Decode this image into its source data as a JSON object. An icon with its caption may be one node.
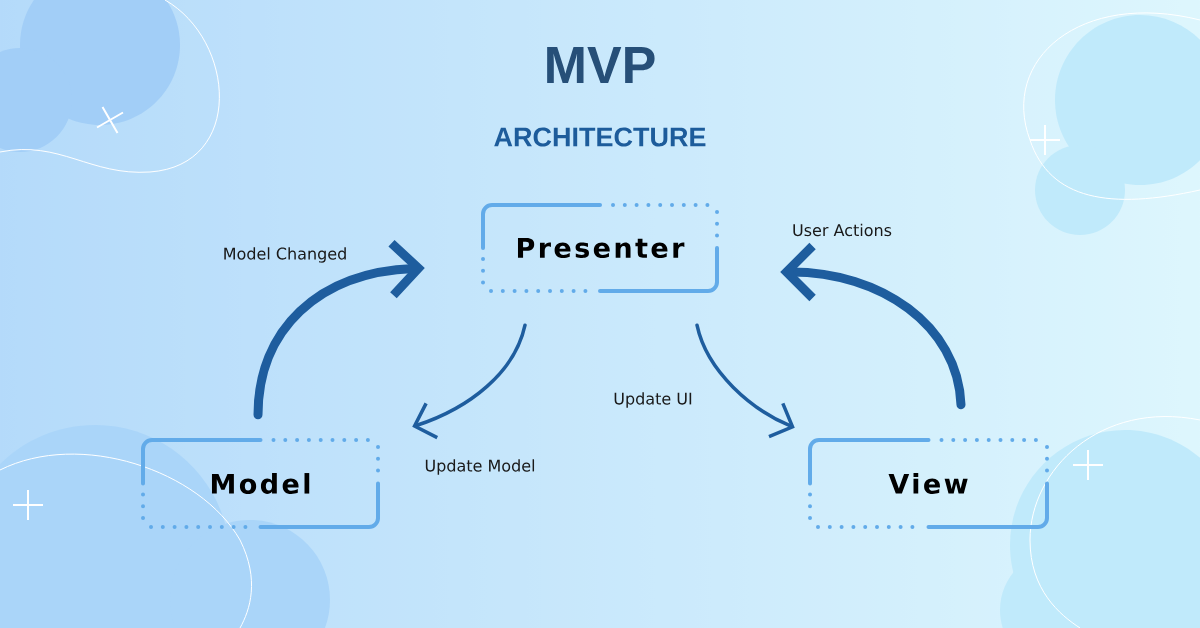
{
  "diagram": {
    "title": "MVP",
    "nodes": [
      {
        "text": [
          "Presenter"
        ]
      },
      {
        "text": [
          "Model"
        ]
      },
      {
        "text": [
          "View"
        ]
      }
    ],
    "edges": [
      {
        "from": 1,
        "to": 0,
        "arrow": "to",
        "label": "Model Changed",
        "style": "thick"
      },
      {
        "from": 0,
        "to": 1,
        "arrow": "to",
        "label": "Update Model"
      },
      {
        "from": 0,
        "to": 2,
        "arrow": "to",
        "label": "Update UI"
      },
      {
        "from": 2,
        "to": 0,
        "arrow": "to",
        "label": "User Actions",
        "style": "thick"
      }
    ],
    "labels": [
      "ARCHITECTURE"
    ]
  }
}
